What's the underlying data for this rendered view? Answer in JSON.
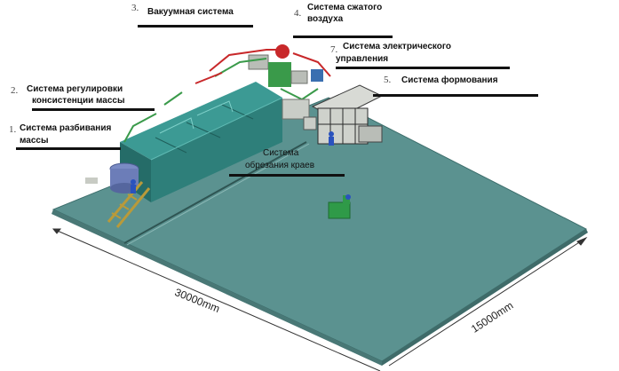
{
  "labels": {
    "vacuum": {
      "num": "3.",
      "text": "Вакуумная система"
    },
    "air": {
      "num": "4.",
      "line1": "Система сжатого",
      "line2": "воздуха"
    },
    "electric": {
      "num": "7.",
      "line1": "Система электрического",
      "line2": "управления"
    },
    "forming": {
      "num": "5.",
      "text": "Система формования"
    },
    "consistency": {
      "num": "2.",
      "line1": "Система регулировки",
      "line2": "консистенции массы"
    },
    "pulping": {
      "num": "1.",
      "line1": "Система разбивания",
      "line2": "массы"
    },
    "trimming": {
      "line1": "Система",
      "line2": "обрезания краев"
    }
  },
  "dimensions": {
    "length": "30000mm",
    "width": "15000mm"
  },
  "colors": {
    "floor": "#5b9290",
    "tank": "#2e7f7a",
    "pipe_red": "#c8282a",
    "pipe_green": "#3a9a4a",
    "machine_grey": "#b9bdb7"
  }
}
